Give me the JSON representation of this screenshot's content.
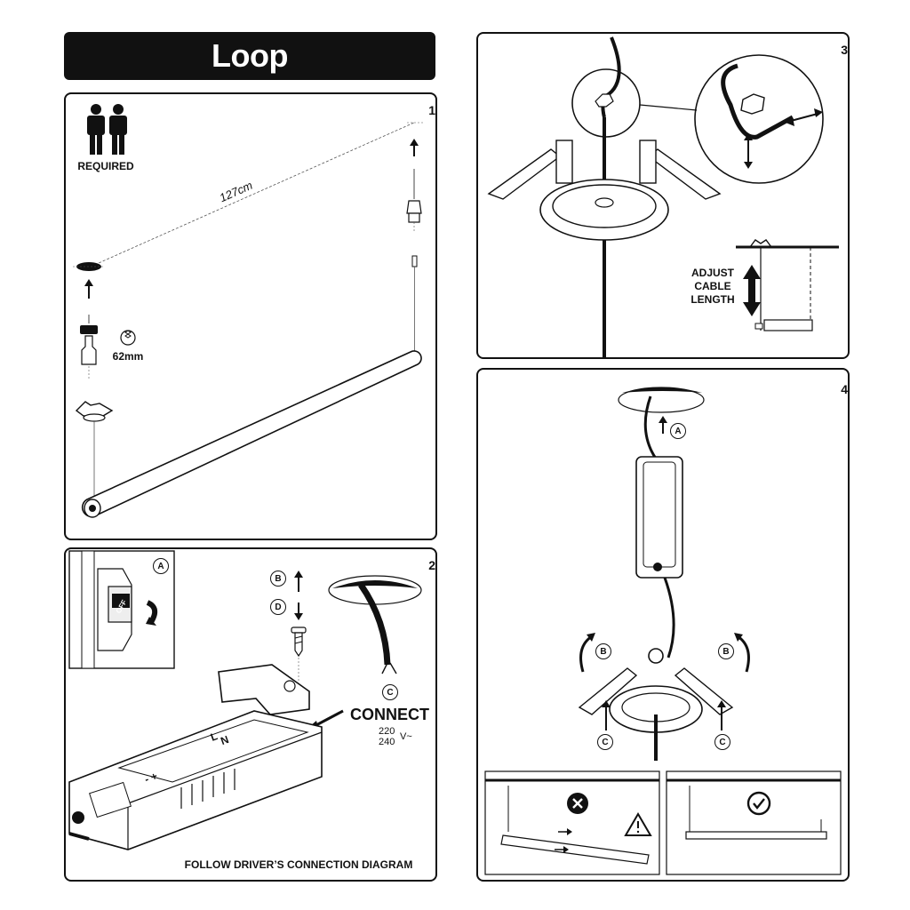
{
  "title": "Loop",
  "steps": {
    "one": {
      "number": "1",
      "required_label": "REQUIRED",
      "length_label": "127cm",
      "hole_label": "62mm"
    },
    "two": {
      "number": "2",
      "switch_marker": "A",
      "switch_text": "OFF",
      "screw_up_marker": "B",
      "screw_down_marker": "D",
      "cable_marker": "C",
      "connect_label": "CONNECT",
      "voltage_top": "220",
      "voltage_bottom": "240",
      "voltage_unit": "V~",
      "terminal_l": "L",
      "terminal_n": "N",
      "polarity": "- +",
      "footer": "FOLLOW DRIVER’S CONNECTION DIAGRAM"
    },
    "three": {
      "number": "3",
      "adjust_label": "ADJUST\nCABLE\nLENGTH"
    },
    "four": {
      "number": "4",
      "marker_a": "A",
      "marker_b_left": "B",
      "marker_b_right": "B",
      "marker_c_left": "C",
      "marker_c_right": "C"
    }
  }
}
